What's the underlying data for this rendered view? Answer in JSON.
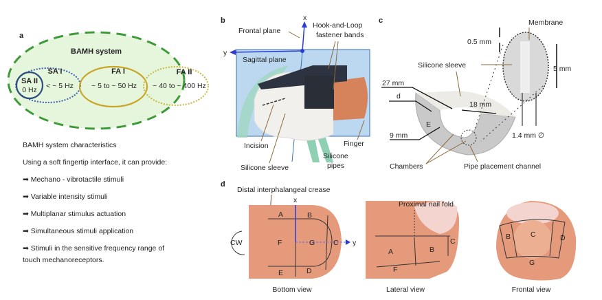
{
  "panels": {
    "a": {
      "label": "a",
      "system_title": "BAMH system",
      "receptors": [
        {
          "name": "SA II",
          "range": "0 Hz"
        },
        {
          "name": "SA I",
          "range": "< ~ 5 Hz"
        },
        {
          "name": "FA I",
          "range": "~ 5 to ~ 50 Hz"
        },
        {
          "name": "FA II",
          "range": "~ 40 to ~ 400 Hz"
        }
      ],
      "characteristics_title": "BAMH system characteristics",
      "characteristics_intro": "Using a soft fingertip interface, it can provide:",
      "bullet_icon": "arrow-right",
      "characteristics": [
        "Mechano - vibrotactile stimuli",
        "Variable intensity stimuli",
        "Multiplanar stimulus actuation",
        "Simultaneous stimuli application",
        "Stimuli in the sensitive frequency range of"
      ],
      "characteristics_continuation": "touch mechanoreceptors."
    },
    "b": {
      "label": "b",
      "axis_x": "x",
      "axis_y": "y",
      "frontal_plane": "Frontal plane",
      "sagittal_plane": "Sagittal plane",
      "fastener_line1": "Hook-and-Loop",
      "fastener_line2": "fastener bands",
      "incision": "Incision",
      "silicone_sleeve": "Silicone sleeve",
      "finger": "Finger",
      "pipes_line1": "Silicone",
      "pipes_line2": "pipes"
    },
    "c": {
      "label": "c",
      "membrane": "Membrane",
      "membrane_thickness": "0.5 mm",
      "silicone_sleeve": "Silicone sleeve",
      "height": "5 mm",
      "outer": "27 mm",
      "d": "d",
      "inner": "18 mm",
      "e": "E",
      "depth": "9 mm",
      "diameter": "1.4 mm ∅",
      "chambers": "Chambers",
      "pipe_channel": "Pipe placement channel"
    },
    "d": {
      "label": "d",
      "crease": "Distal interphalangeal crease",
      "nail_fold": "Proximal nail fold",
      "rotation": "CW",
      "axis_x": "x",
      "axis_y": "y",
      "bottom": {
        "A": "A",
        "B": "B",
        "C": "C",
        "D": "D",
        "E": "E",
        "F": "F",
        "G": "G",
        "caption": "Bottom view"
      },
      "lateral": {
        "A": "A",
        "B": "B",
        "C": "C",
        "F": "F",
        "caption": "Lateral view"
      },
      "frontal": {
        "B": "B",
        "C": "C",
        "D": "D",
        "G": "G",
        "caption": "Frontal view"
      }
    }
  },
  "colors": {
    "bamh": "#3f9a3a",
    "bamh_fill": "#e6f6dc",
    "sa2": "#2c4f7c",
    "sa1": "#3d5fb0",
    "fa1": "#c9a62a",
    "fa2": "#c9b63a",
    "plane": "#bcd8f0",
    "axis": "#2b3bd6",
    "skin": "#e59a7c",
    "leader": "#8a6a3a"
  }
}
